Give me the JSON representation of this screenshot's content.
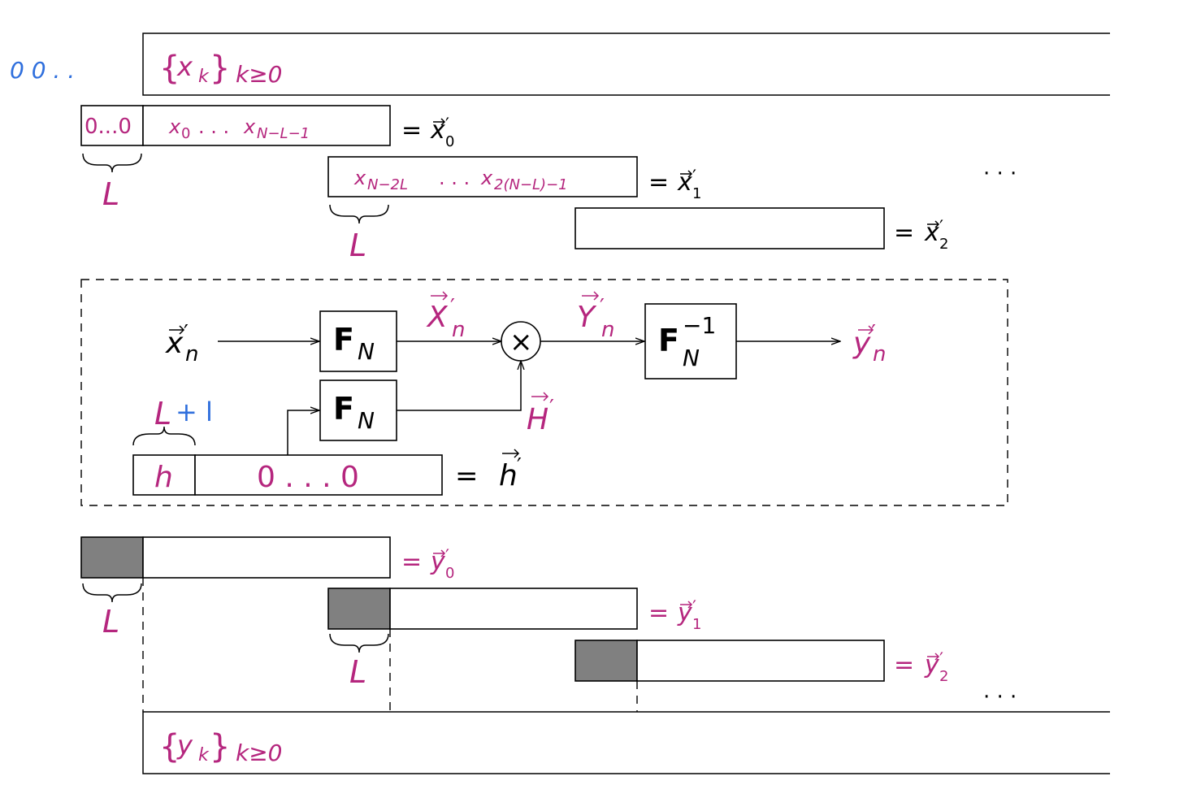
{
  "colors": {
    "highlight": "#b5267e",
    "annotation": "#2f6fdd",
    "shade": "#808080"
  },
  "input_stream": {
    "label": {
      "x": "x",
      "sub": "k",
      "tail": "k≥0"
    },
    "annotation": "0 0 . ."
  },
  "input_blocks": {
    "block0": {
      "zeros": "0...0",
      "data_a": "x",
      "sub_a": "0",
      "data_b": "x",
      "sub_b": "N−L−1",
      "eq": "= ",
      "eq_sym": "x",
      "eq_prime": "′",
      "eq_sub": "0"
    },
    "block1": {
      "data_a": "x",
      "sub_a": "N−2L",
      "data_b": "x",
      "sub_b": "2(N−L)−1",
      "eq": "= ",
      "eq_sym": "x",
      "eq_prime": "′",
      "eq_sub": "1"
    },
    "block2": {
      "eq": "= ",
      "eq_sym": "x",
      "eq_prime": "′",
      "eq_sub": "2"
    },
    "brace_label": "L",
    "ellipsis": "· · ·",
    "dots": ". . ."
  },
  "pipeline": {
    "input": {
      "sym": "x",
      "prime": "′",
      "sub": "n"
    },
    "fft_top": {
      "sym": "F",
      "sub": "N"
    },
    "fft_bottom": {
      "sym": "F",
      "sub": "N"
    },
    "ifft": {
      "sym": "F",
      "sub": "N",
      "sup": "−1"
    },
    "X_label": {
      "sym": "X",
      "prime": "′",
      "sub": "n"
    },
    "Y_label": {
      "sym": "Y",
      "prime": "′",
      "sub": "n"
    },
    "H_label": {
      "sym": "H",
      "prime": "′"
    },
    "output": {
      "sym": "y",
      "prime": "′",
      "sub": "n"
    },
    "multiply": "×",
    "filter": {
      "h": "h",
      "zeros": "0 . . . 0",
      "eq": "= ",
      "eq_sym": "h",
      "eq_prime": "′"
    },
    "brace_label": "L",
    "brace_annotation": "+ l"
  },
  "output_blocks": {
    "block0": {
      "eq": "= ",
      "eq_sym": "y",
      "eq_prime": "′",
      "eq_sub": "0"
    },
    "block1": {
      "eq": "= ",
      "eq_sym": "y",
      "eq_prime": "′",
      "eq_sub": "1"
    },
    "block2": {
      "eq": "= ",
      "eq_sym": "y",
      "eq_prime": "′",
      "eq_sub": "2"
    },
    "brace_label": "L",
    "ellipsis": "· · ·"
  },
  "output_stream": {
    "label": {
      "y": "y",
      "sub": "k",
      "tail": "k≥0"
    }
  }
}
